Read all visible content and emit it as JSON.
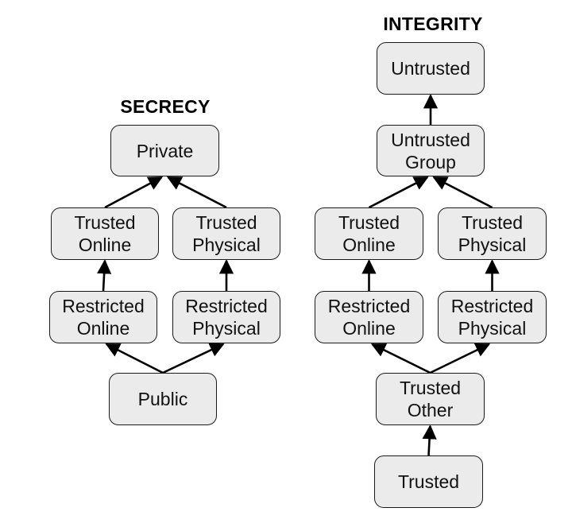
{
  "diagrams": [
    {
      "id": "secrecy",
      "title": "SECRECY",
      "nodes": [
        {
          "id": "private",
          "label": "Private"
        },
        {
          "id": "trusted_online",
          "label": "Trusted\nOnline"
        },
        {
          "id": "trusted_physical",
          "label": "Trusted\nPhysical"
        },
        {
          "id": "restricted_online",
          "label": "Restricted\nOnline"
        },
        {
          "id": "restricted_physical",
          "label": "Restricted\nPhysical"
        },
        {
          "id": "public",
          "label": "Public"
        }
      ],
      "edges": [
        {
          "from": "trusted_online",
          "to": "private"
        },
        {
          "from": "trusted_physical",
          "to": "private"
        },
        {
          "from": "restricted_online",
          "to": "trusted_online"
        },
        {
          "from": "restricted_physical",
          "to": "trusted_physical"
        },
        {
          "from": "public",
          "to": "restricted_online"
        },
        {
          "from": "public",
          "to": "restricted_physical"
        }
      ]
    },
    {
      "id": "integrity",
      "title": "INTEGRITY",
      "nodes": [
        {
          "id": "untrusted",
          "label": "Untrusted"
        },
        {
          "id": "untrusted_group",
          "label": "Untrusted\nGroup"
        },
        {
          "id": "trusted_online",
          "label": "Trusted\nOnline"
        },
        {
          "id": "trusted_physical",
          "label": "Trusted\nPhysical"
        },
        {
          "id": "restricted_online",
          "label": "Restricted\nOnline"
        },
        {
          "id": "restricted_physical",
          "label": "Restricted\nPhysical"
        },
        {
          "id": "trusted_other",
          "label": "Trusted\nOther"
        },
        {
          "id": "trusted",
          "label": "Trusted"
        }
      ],
      "edges": [
        {
          "from": "untrusted_group",
          "to": "untrusted"
        },
        {
          "from": "trusted_online",
          "to": "untrusted_group"
        },
        {
          "from": "trusted_physical",
          "to": "untrusted_group"
        },
        {
          "from": "restricted_online",
          "to": "trusted_online"
        },
        {
          "from": "restricted_physical",
          "to": "trusted_physical"
        },
        {
          "from": "trusted_other",
          "to": "restricted_online"
        },
        {
          "from": "trusted_other",
          "to": "restricted_physical"
        },
        {
          "from": "trusted",
          "to": "trusted_other"
        }
      ]
    }
  ]
}
